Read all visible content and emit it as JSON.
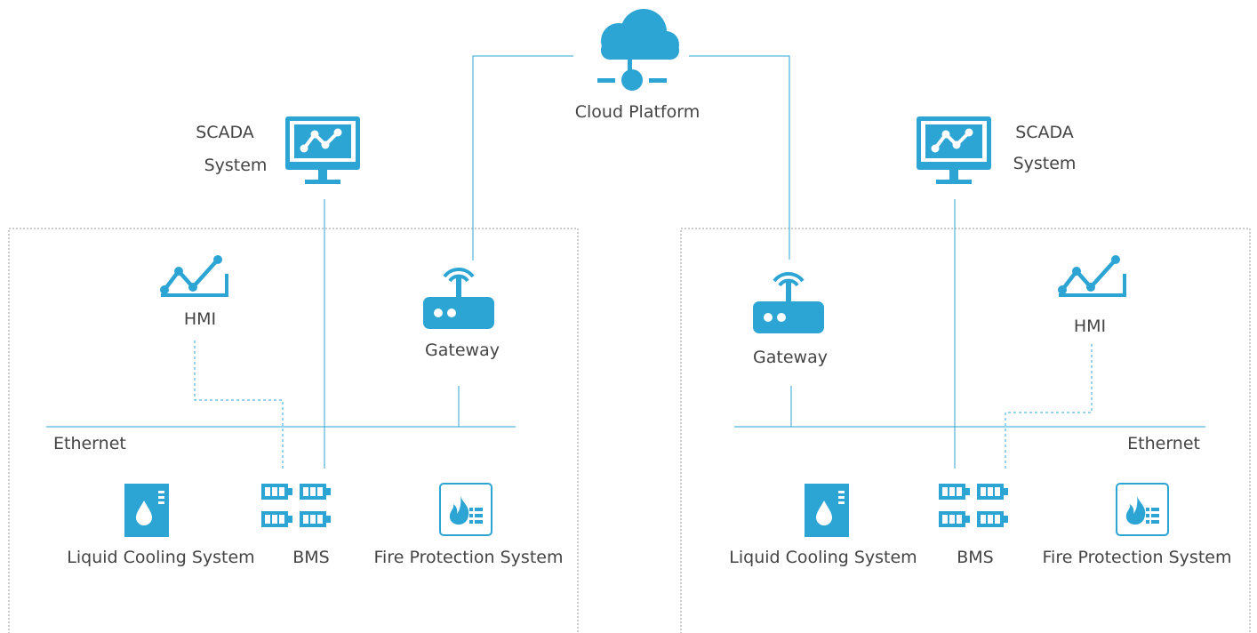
{
  "cloud": {
    "label": "Cloud Platform",
    "icon": "cloud-network-icon"
  },
  "colors": {
    "accent": "#2ca4d4",
    "text": "#444444",
    "frame": "#9a9a9a"
  },
  "sites": [
    {
      "scada_line1": "SCADA",
      "scada_line2": "System",
      "hmi": "HMI",
      "gateway": "Gateway",
      "ethernet": "Ethernet",
      "liquid_cooling": "Liquid Cooling System",
      "bms": "BMS",
      "fire_protection": "Fire Protection System"
    },
    {
      "scada_line1": "SCADA",
      "scada_line2": "System",
      "hmi": "HMI",
      "gateway": "Gateway",
      "ethernet": "Ethernet",
      "liquid_cooling": "Liquid Cooling System",
      "bms": "BMS",
      "fire_protection": "Fire Protection System"
    }
  ]
}
